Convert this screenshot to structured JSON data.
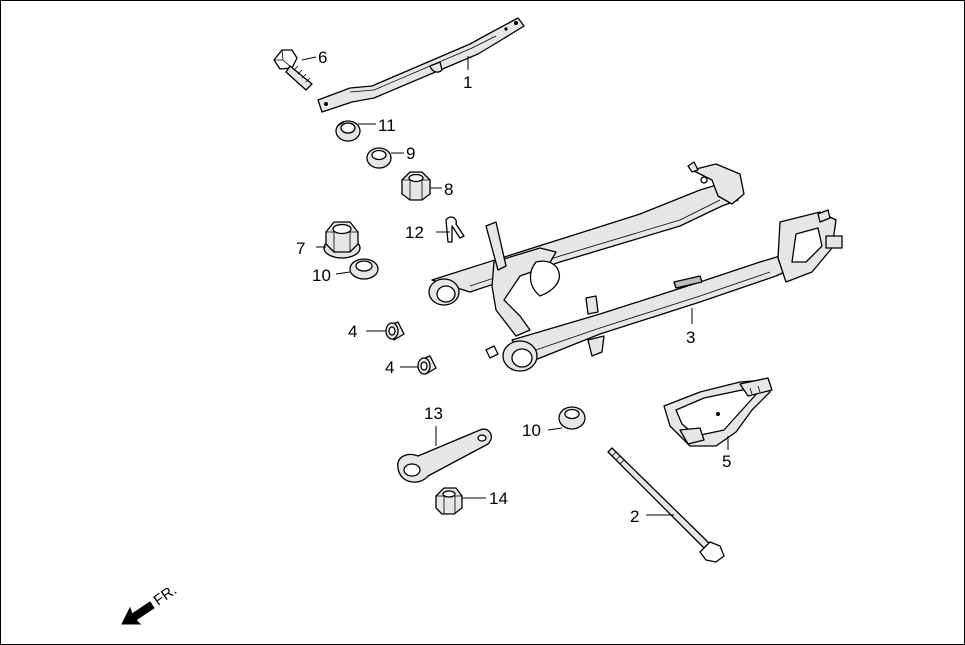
{
  "diagram": {
    "callouts": [
      {
        "id": "c1",
        "label": "1"
      },
      {
        "id": "c2",
        "label": "2"
      },
      {
        "id": "c3",
        "label": "3"
      },
      {
        "id": "c4a",
        "label": "4"
      },
      {
        "id": "c4b",
        "label": "4"
      },
      {
        "id": "c5",
        "label": "5"
      },
      {
        "id": "c6",
        "label": "6"
      },
      {
        "id": "c7",
        "label": "7"
      },
      {
        "id": "c8",
        "label": "8"
      },
      {
        "id": "c9",
        "label": "9"
      },
      {
        "id": "c10a",
        "label": "10"
      },
      {
        "id": "c10b",
        "label": "10"
      },
      {
        "id": "c11",
        "label": "11"
      },
      {
        "id": "c12",
        "label": "12"
      },
      {
        "id": "c13",
        "label": "13"
      },
      {
        "id": "c14",
        "label": "14"
      }
    ],
    "front_indicator": {
      "label": "FR.",
      "icon": "front-arrow-icon"
    }
  }
}
